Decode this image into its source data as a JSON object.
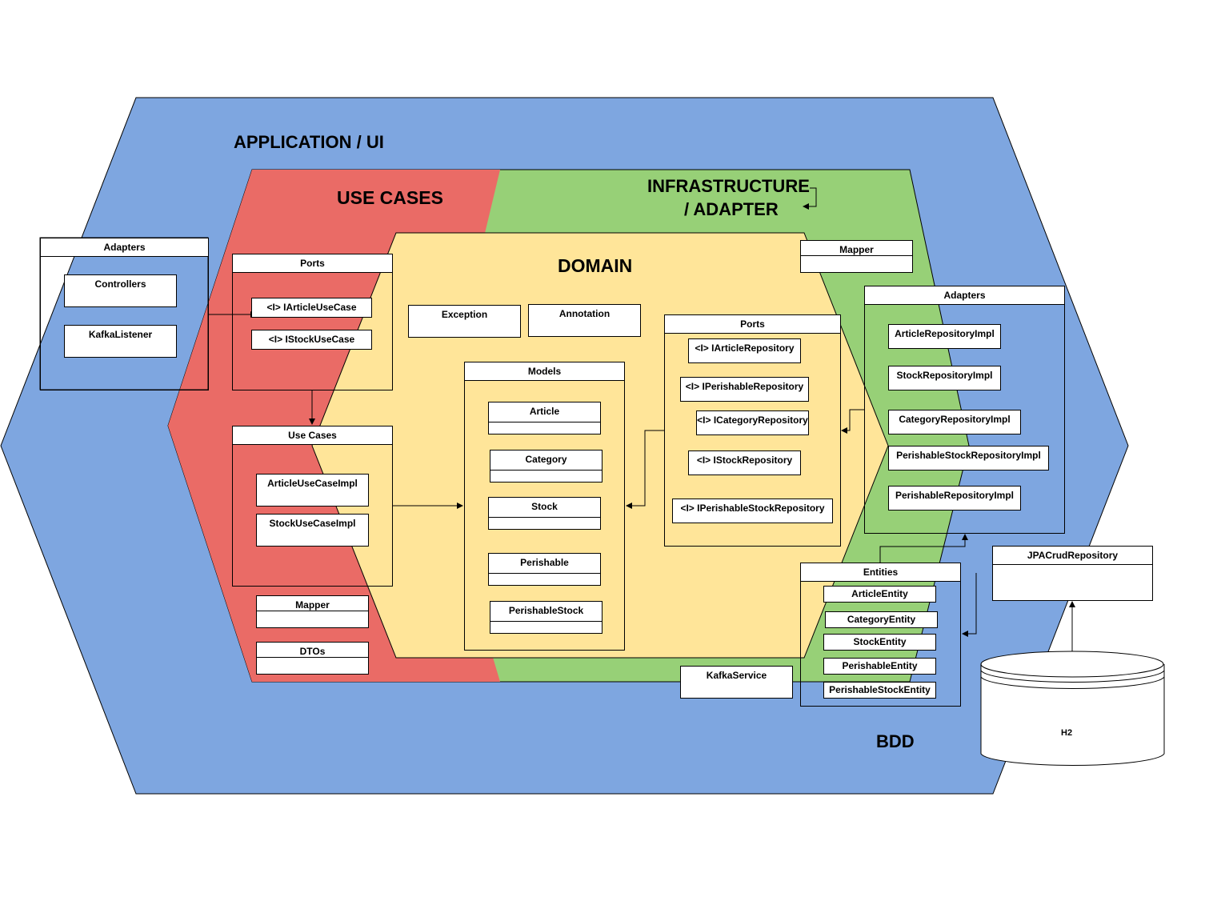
{
  "layers": {
    "application": "APPLICATION  / UI",
    "use_cases": "USE CASES",
    "infrastructure_line1": "INFRASTRUCTURE",
    "infrastructure_line2": "/ ADAPTER",
    "domain": "DOMAIN",
    "bdd": "BDD"
  },
  "colors": {
    "application": "#7EA6E0",
    "use_cases": "#EA6B66",
    "infrastructure": "#97D077",
    "domain": "#FFE599"
  },
  "left_adapters": {
    "title": "Adapters",
    "items": [
      "Controllers",
      "KafkaListener"
    ]
  },
  "use_case_ports": {
    "title": "Ports",
    "items": [
      "<I> IArticleUseCase",
      "<I> IStockUseCase"
    ]
  },
  "use_cases_box": {
    "title": "Use Cases",
    "items": [
      "ArticleUseCaseImpl",
      "StockUseCaseImpl"
    ]
  },
  "app_mapper": "Mapper",
  "app_dtos": "DTOs",
  "domain_exception": "Exception",
  "domain_annotation": "Annotation",
  "models": {
    "title": "Models",
    "items": [
      "Article",
      "Category",
      "Stock",
      "Perishable",
      "PerishableStock"
    ]
  },
  "domain_ports": {
    "title": "Ports",
    "items": [
      "<I> IArticleRepository",
      "<I> IPerishableRepository",
      "<I> ICategoryRepository",
      "<I> IStockRepository",
      "<I> IPerishableStockRepository"
    ]
  },
  "infra_mapper": "Mapper",
  "infra_adapters": {
    "title": "Adapters",
    "items": [
      "ArticleRepositoryImpl",
      "StockRepositoryImpl",
      "CategoryRepositoryImpl",
      "PerishableStockRepositoryImpl",
      "PerishableRepositoryImpl"
    ]
  },
  "entities": {
    "title": "Entities",
    "items": [
      "ArticleEntity",
      "CategoryEntity",
      "StockEntity",
      "PerishableEntity",
      "PerishableStockEntity"
    ]
  },
  "kafka_service": "KafkaService",
  "jpa_repo": "JPACrudRepository",
  "database": "H2"
}
